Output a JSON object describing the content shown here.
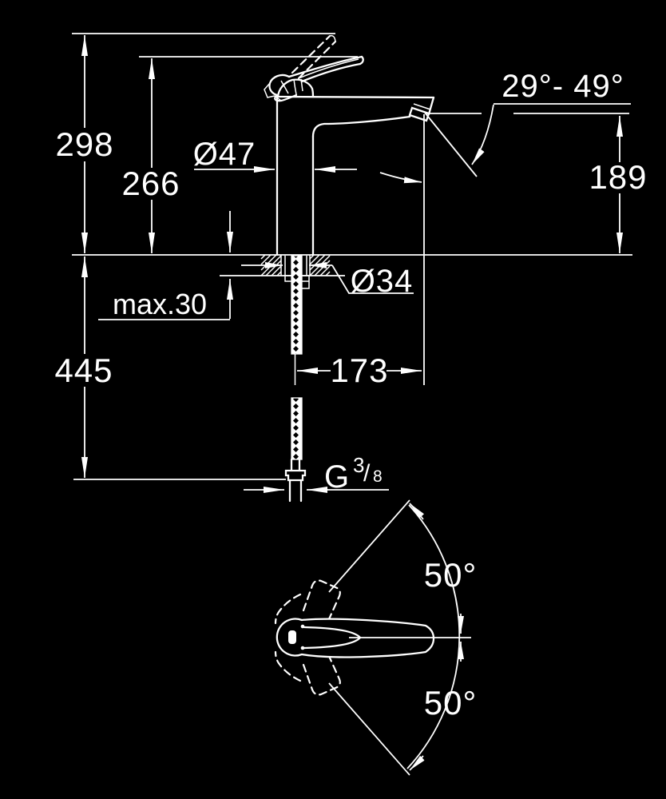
{
  "colors": {
    "background": "#000000",
    "ink": "#ffffff"
  },
  "dims": {
    "overall_height": "298",
    "spout_height": "266",
    "body_diameter": "Ø47",
    "stream_angle": "29°- 49°",
    "outlet_height": "189",
    "deck_thickness": "max.30",
    "shank_diameter": "Ø34",
    "under_deck_height": "445",
    "spout_reach": "173",
    "swing_upper": "50°",
    "swing_lower": "50°",
    "thread": {
      "prefix": "G",
      "numerator": "3",
      "slash": "/",
      "denominator": "8"
    }
  }
}
